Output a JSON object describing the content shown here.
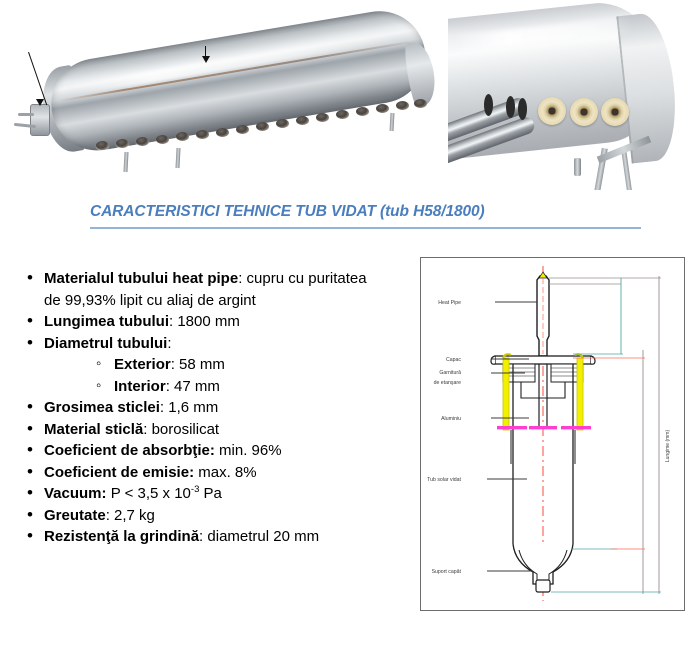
{
  "photos": {
    "left": {
      "caption_alt": "stainless-steel-solar-tank-photo",
      "annotations": [
        "arrow-pointing-to-inlet-flange",
        "arrow-pointing-to-tank-shell"
      ]
    },
    "right": {
      "caption_alt": "solar-collector-manifold-closeup-photo"
    }
  },
  "heading": {
    "title": "CARACTERISTICI TEHNICE TUB VIDAT (tub H58/1800)",
    "color": "#4a7ebc",
    "rule_color": "#95b3d7"
  },
  "specs": [
    {
      "key": "Materialul tubului heat pipe",
      "sep": ": ",
      "value_line1": "cupru cu puritatea",
      "value_line2": "de 99,93% lipit cu aliaj de argint",
      "type": "two-line"
    },
    {
      "key": "Lungimea tubului",
      "sep": ": ",
      "value": "1800 mm",
      "type": "simple"
    },
    {
      "key": "Diametrul tubului",
      "sep": ":",
      "value": "",
      "type": "parent",
      "children": [
        {
          "key": "Exterior",
          "sep": ": ",
          "value": "58 mm"
        },
        {
          "key": "Interior",
          "sep": ": ",
          "value": "47 mm"
        }
      ]
    },
    {
      "key": "Grosimea sticlei",
      "sep": ": ",
      "value": "1,6 mm",
      "type": "simple"
    },
    {
      "key": "Material sticlă",
      "sep": ": ",
      "value": "borosilicat",
      "type": "simple"
    },
    {
      "key": "Coeficient de absorbţie",
      "sep": ": ",
      "value": "min. 96%",
      "type": "simple"
    },
    {
      "key": "Coeficient de emisie",
      "sep": ": ",
      "value": "max. 8%",
      "type": "simple"
    },
    {
      "key": "Vacuum",
      "sep": ": ",
      "value_pre": "P < 3,5 x 10",
      "value_sup": "-3",
      "value_post": " Pa",
      "type": "superscript"
    },
    {
      "key": "Greutate",
      "sep": ": ",
      "value": "2,7 kg",
      "type": "simple"
    },
    {
      "key": "Rezistenţă la grindină",
      "sep": ": ",
      "value": "diametrul 20 mm",
      "type": "simple"
    }
  ],
  "drawing": {
    "labels": {
      "heat_pipe": "Heat Pipe",
      "capac": "Capac",
      "garnitura_line1": "Garnitură",
      "garnitura_line2": "de etanşare",
      "aluminiu": "Aluminiu",
      "tub_solar": "Tub solar vidat",
      "suport": "Suport capăt",
      "lungime": "Lungime (mm)"
    },
    "colors": {
      "aluminium_fin": "#f2f000",
      "seal_ring": "#ff3fd0",
      "centerline": "#fb6a5a",
      "dim_line": "#9a8f8f",
      "outline": "#1f1f1f",
      "teal_dim": "#4fa8a0",
      "border": "#6d6d70"
    }
  }
}
